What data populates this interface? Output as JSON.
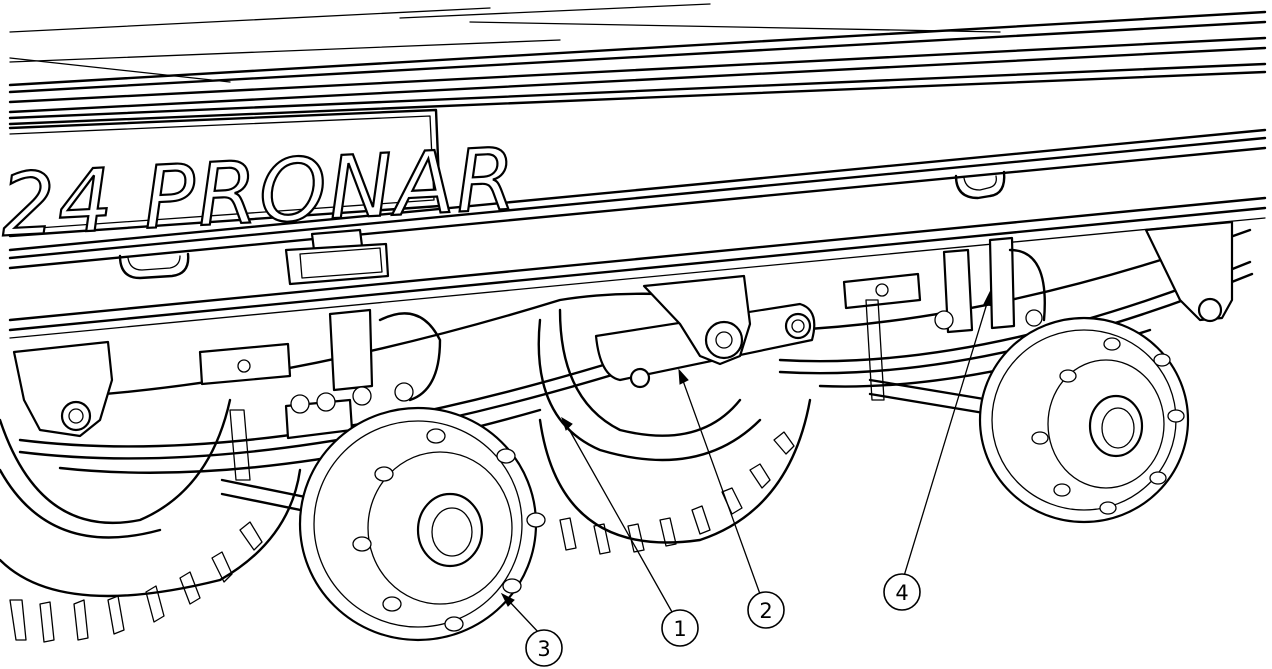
{
  "diagram": {
    "brand_text": "24 PRONAR",
    "callouts": [
      {
        "id": "callout-1",
        "label": "1"
      },
      {
        "id": "callout-2",
        "label": "2"
      },
      {
        "id": "callout-3",
        "label": "3"
      },
      {
        "id": "callout-4",
        "label": "4"
      }
    ]
  }
}
